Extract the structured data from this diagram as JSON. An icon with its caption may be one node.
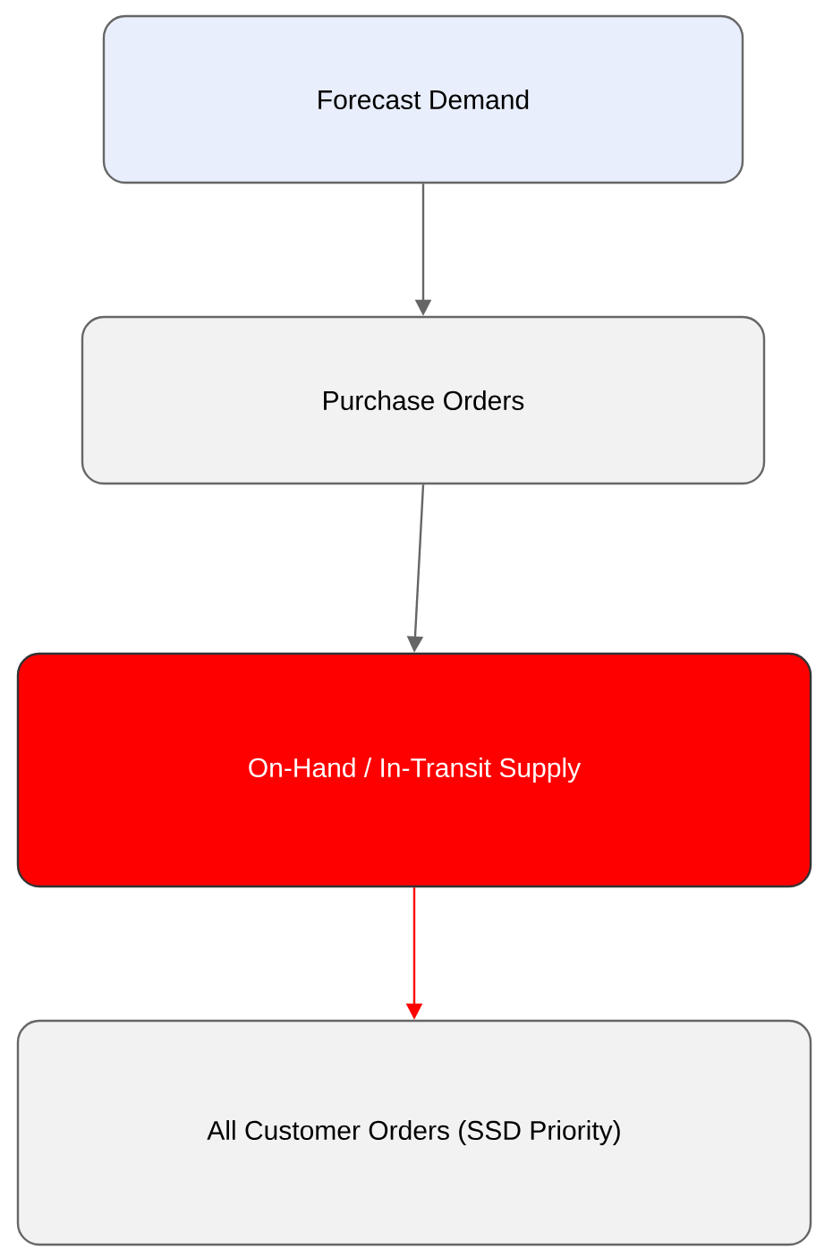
{
  "diagram": {
    "nodes": [
      {
        "text": [
          "Forecast Demand"
        ]
      },
      {
        "text": [
          "Purchase Orders"
        ]
      },
      {
        "text": [
          "On-Hand / In-Transit Supply"
        ]
      },
      {
        "text": [
          "All Customer Orders (SSD Priority)"
        ]
      }
    ],
    "edges": [
      {
        "from": 0,
        "to": 1,
        "arrow": "to"
      },
      {
        "from": 1,
        "to": 2,
        "arrow": "to"
      },
      {
        "from": 2,
        "to": 3,
        "arrow": "to",
        "color": "#ff0000"
      }
    ]
  }
}
